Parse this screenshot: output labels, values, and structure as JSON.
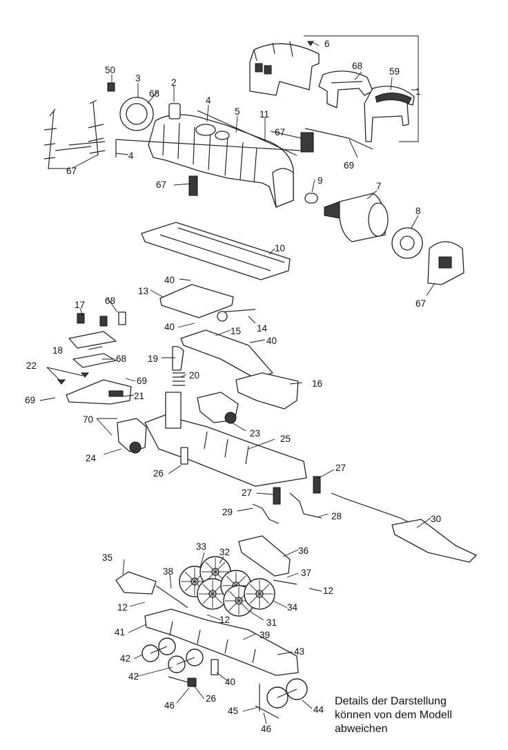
{
  "labels": [
    "1",
    "2",
    "3",
    "4",
    "4",
    "5",
    "6",
    "7",
    "8",
    "9",
    "10",
    "11",
    "12",
    "12",
    "12",
    "13",
    "14",
    "15",
    "16",
    "17",
    "18",
    "19",
    "20",
    "21",
    "22",
    "23",
    "24",
    "25",
    "26",
    "26",
    "27",
    "27",
    "28",
    "29",
    "30",
    "31",
    "32",
    "33",
    "34",
    "35",
    "36",
    "37",
    "38",
    "39",
    "40",
    "40",
    "40",
    "40",
    "41",
    "42",
    "42",
    "43",
    "44",
    "45",
    "46",
    "46",
    "50",
    "59",
    "67",
    "67",
    "67",
    "67",
    "68",
    "68",
    "68",
    "68",
    "69",
    "69",
    "69",
    "70"
  ],
  "note": {
    "line1": "Details der Darstellung",
    "line2": "können von dem Modell",
    "line3": "abweichen"
  }
}
